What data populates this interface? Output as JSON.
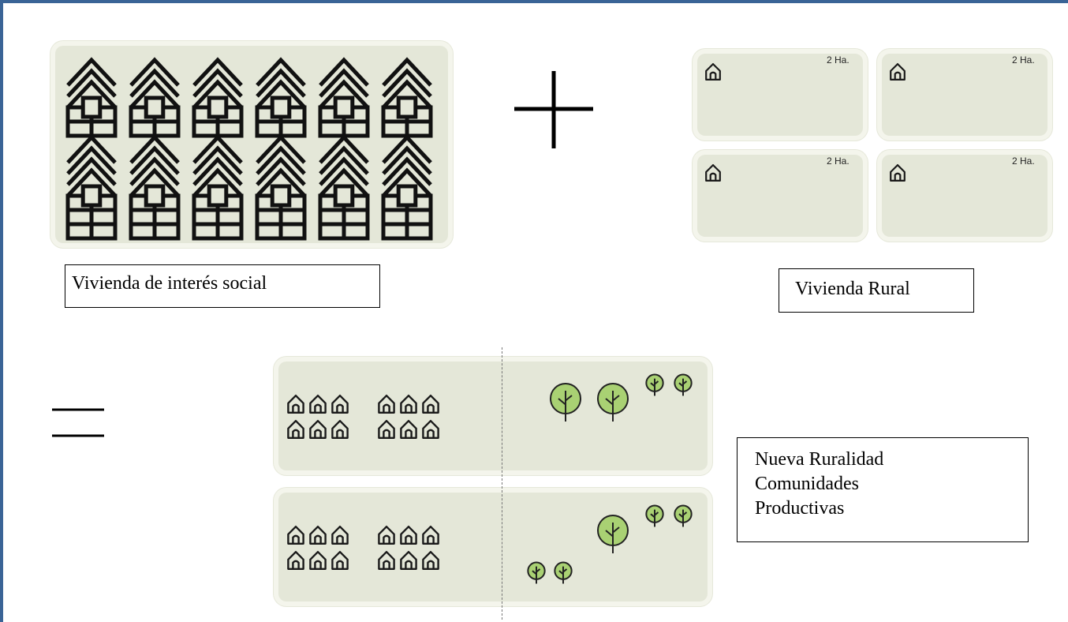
{
  "colors": {
    "frame": "#3a6496",
    "panel": "#e4e7d8",
    "panel_border": "#f4f5ec",
    "tree_fill": "#a9d173",
    "icon_stroke": "#1a1a1a"
  },
  "social_housing": {
    "label": "Vivienda de interés social",
    "icon": "building-icon"
  },
  "operators": {
    "plus": "plus-icon",
    "equals": "equals-icon"
  },
  "rural_housing": {
    "label": "Vivienda Rural",
    "parcels": [
      {
        "area": "2 Ha.",
        "icon": "house-icon"
      },
      {
        "area": "2 Ha.",
        "icon": "house-icon"
      },
      {
        "area": "2 Ha.",
        "icon": "house-icon"
      },
      {
        "area": "2 Ha.",
        "icon": "house-icon"
      }
    ]
  },
  "result": {
    "label_line1": "Nueva Ruralidad",
    "label_line2": "Comunidades",
    "label_line3": "Productivas",
    "icons": [
      "house-icon",
      "tree-icon"
    ]
  }
}
